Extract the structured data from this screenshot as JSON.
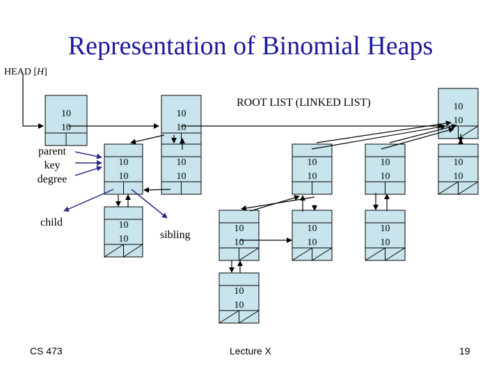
{
  "title": "Representation of Binomial Heaps",
  "head_label": "HEAD [H]",
  "root_list_label": "ROOT LIST (LINKED LIST)",
  "field_labels": [
    "parent",
    "key",
    "degree"
  ],
  "child_label": "child",
  "sibling_label": "sibling",
  "footer": {
    "left": "CS 473",
    "center": "Lecture X",
    "right": "19"
  },
  "node_values": [
    "10",
    "10"
  ],
  "colors": {
    "title": "#1a1a9c",
    "node_fill": "#c8e4ec",
    "arrow": "#2a2a8a"
  }
}
